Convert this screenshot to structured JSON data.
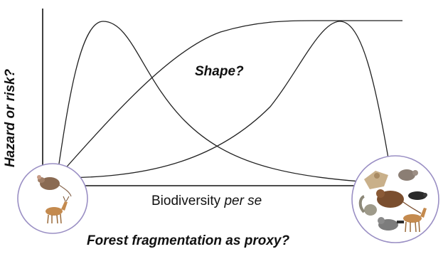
{
  "diagram": {
    "y_axis_label": "Hazard or risk?",
    "curve_annotation": "Shape?",
    "x_axis_label_plain": "Biodiversity",
    "x_axis_label_italic": "per se",
    "caption": "Forest fragmentation as proxy?",
    "curves": [
      {
        "shape": "early-peak",
        "color": "#222222"
      },
      {
        "shape": "saturating",
        "color": "#222222"
      },
      {
        "shape": "late-peak",
        "color": "#222222"
      }
    ],
    "left_circle_icons": [
      "mouse-icon",
      "deer-icon"
    ],
    "right_circle_icons": [
      "flying-squirrel-icon",
      "chipmunk-icon",
      "rat-icon",
      "mole-icon",
      "squirrel-icon",
      "raccoon-icon",
      "deer-icon"
    ],
    "colors": {
      "axis": "#111111",
      "curve": "#222222",
      "circle": "#9a8fc4"
    }
  }
}
